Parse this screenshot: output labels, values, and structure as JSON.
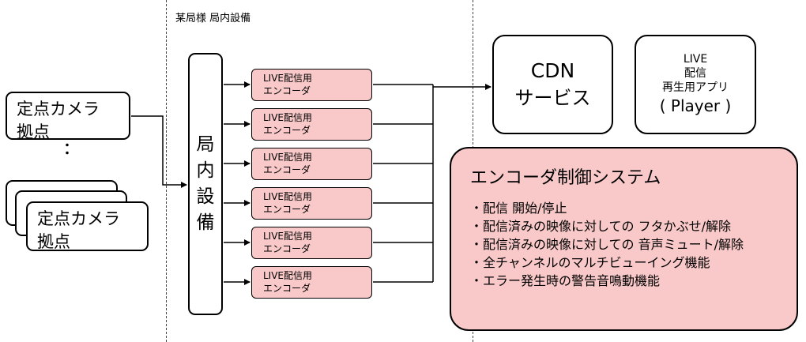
{
  "header": {
    "facility_label": "某局様 局内設備"
  },
  "sites": [
    {
      "line1": "定点カメラ",
      "line2": "拠点"
    },
    {
      "line1": "定点カメラ",
      "line2": "拠点"
    }
  ],
  "dots": "・\n・",
  "station_equipment": {
    "chars": [
      "局",
      "内",
      "設",
      "備"
    ]
  },
  "encoders": [
    {
      "line1": "LIVE配信用",
      "line2": "エンコーダ"
    },
    {
      "line1": "LIVE配信用",
      "line2": "エンコーダ"
    },
    {
      "line1": "LIVE配信用",
      "line2": "エンコーダ"
    },
    {
      "line1": "LIVE配信用",
      "line2": "エンコーダ"
    },
    {
      "line1": "LIVE配信用",
      "line2": "エンコーダ"
    },
    {
      "line1": "LIVE配信用",
      "line2": "エンコーダ"
    }
  ],
  "cdn": {
    "line1": "CDN",
    "line2": "サービス"
  },
  "player": {
    "line1": "LIVE",
    "line2": "配信",
    "line3": "再生用アプリ",
    "line4": "( Player )"
  },
  "control_system": {
    "title": "エンコーダ制御システム",
    "features": [
      "・配信 開始/停止",
      "・配信済みの映像に対しての フタかぶせ/解除",
      "・配信済みの映像に対しての 音声ミュート/解除",
      "・全チャンネルのマルチビューイング機能",
      "・エラー発生時の警告音鳴動機能"
    ]
  },
  "colors": {
    "encoder_fill": "#f9c9c9",
    "control_fill": "#f9c9c9",
    "line": "#000000"
  }
}
